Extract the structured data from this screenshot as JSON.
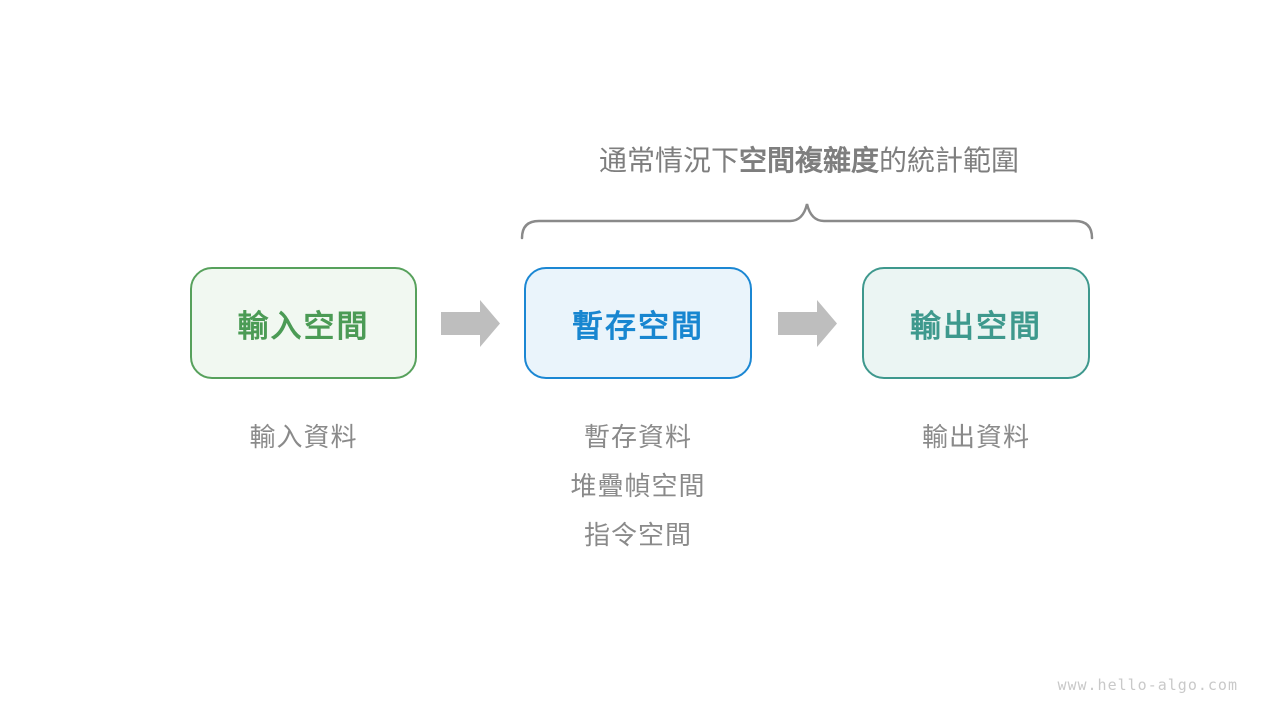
{
  "title": {
    "prefix": "通常情況下",
    "bold": "空間複雜度",
    "suffix": "的統計範圍",
    "color": "#7E7E7E"
  },
  "brace": {
    "color": "#8A8A8A"
  },
  "boxes": [
    {
      "label": "輸入空間",
      "border_color": "#57A15C",
      "background": "#F1F8F1",
      "text_color": "#4B9B55"
    },
    {
      "label": "暫存空間",
      "border_color": "#1B87D3",
      "background": "#EAF4FB",
      "text_color": "#1886D0"
    },
    {
      "label": "輸出空間",
      "border_color": "#3E988D",
      "background": "#EBF5F3",
      "text_color": "#3E998D"
    }
  ],
  "arrow": {
    "color": "#BEBEBE"
  },
  "annotations": {
    "input": "輸入資料",
    "temp": [
      "暫存資料",
      "堆疊幀空間",
      "指令空間"
    ],
    "output": "輸出資料",
    "color": "#8A8A8A"
  },
  "watermark": {
    "text": "www.hello-algo.com",
    "color": "#C9C9C9"
  }
}
